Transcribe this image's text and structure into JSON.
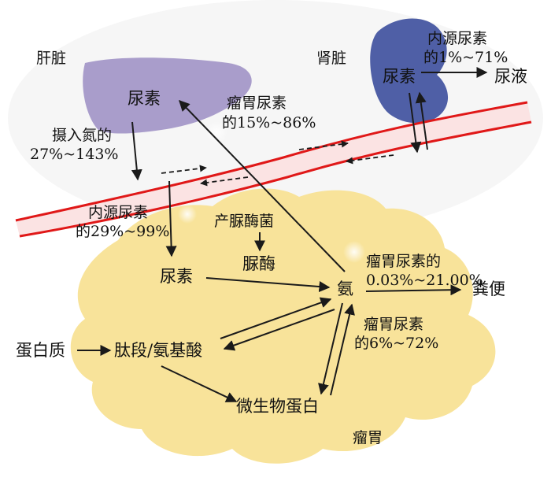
{
  "colors": {
    "rumen_fill": "#f8e39a",
    "liver_fill": "#a99dcb",
    "kidney_fill": "#4f5fa6",
    "vessel_red": "#e01818",
    "vessel_inner": "#fbe3e3"
  },
  "organs": {
    "liver": "肝脏",
    "kidney": "肾脏",
    "rumen": "瘤胃"
  },
  "nodes": {
    "liver_urea": "尿素",
    "kidney_urea": "尿素",
    "urine": "尿液",
    "rumen_urea": "尿素",
    "urease_bacteria": "产脲酶菌",
    "urease": "脲酶",
    "ammonia": "氨",
    "feces": "粪便",
    "protein": "蛋白质",
    "peptide_aa": "肽段/氨基酸",
    "microbial_protein": "微生物蛋白"
  },
  "labels": {
    "intake_n_1": "摄入氮的",
    "intake_n_2": "27%~143%",
    "kidney_endo_1": "内源尿素",
    "kidney_endo_2": "的1%~71%",
    "rumen_urea_top_1": "瘤胃尿素",
    "rumen_urea_top_2": "的15%~86%",
    "endo_urea_1": "内源尿素",
    "endo_urea_2": "的29%~99%",
    "rumen_feces_1": "瘤胃尿素的",
    "rumen_feces_2": "0.03%~21.00%",
    "rumen_micro_1": "瘤胃尿素",
    "rumen_micro_2": "的6%~72%"
  }
}
